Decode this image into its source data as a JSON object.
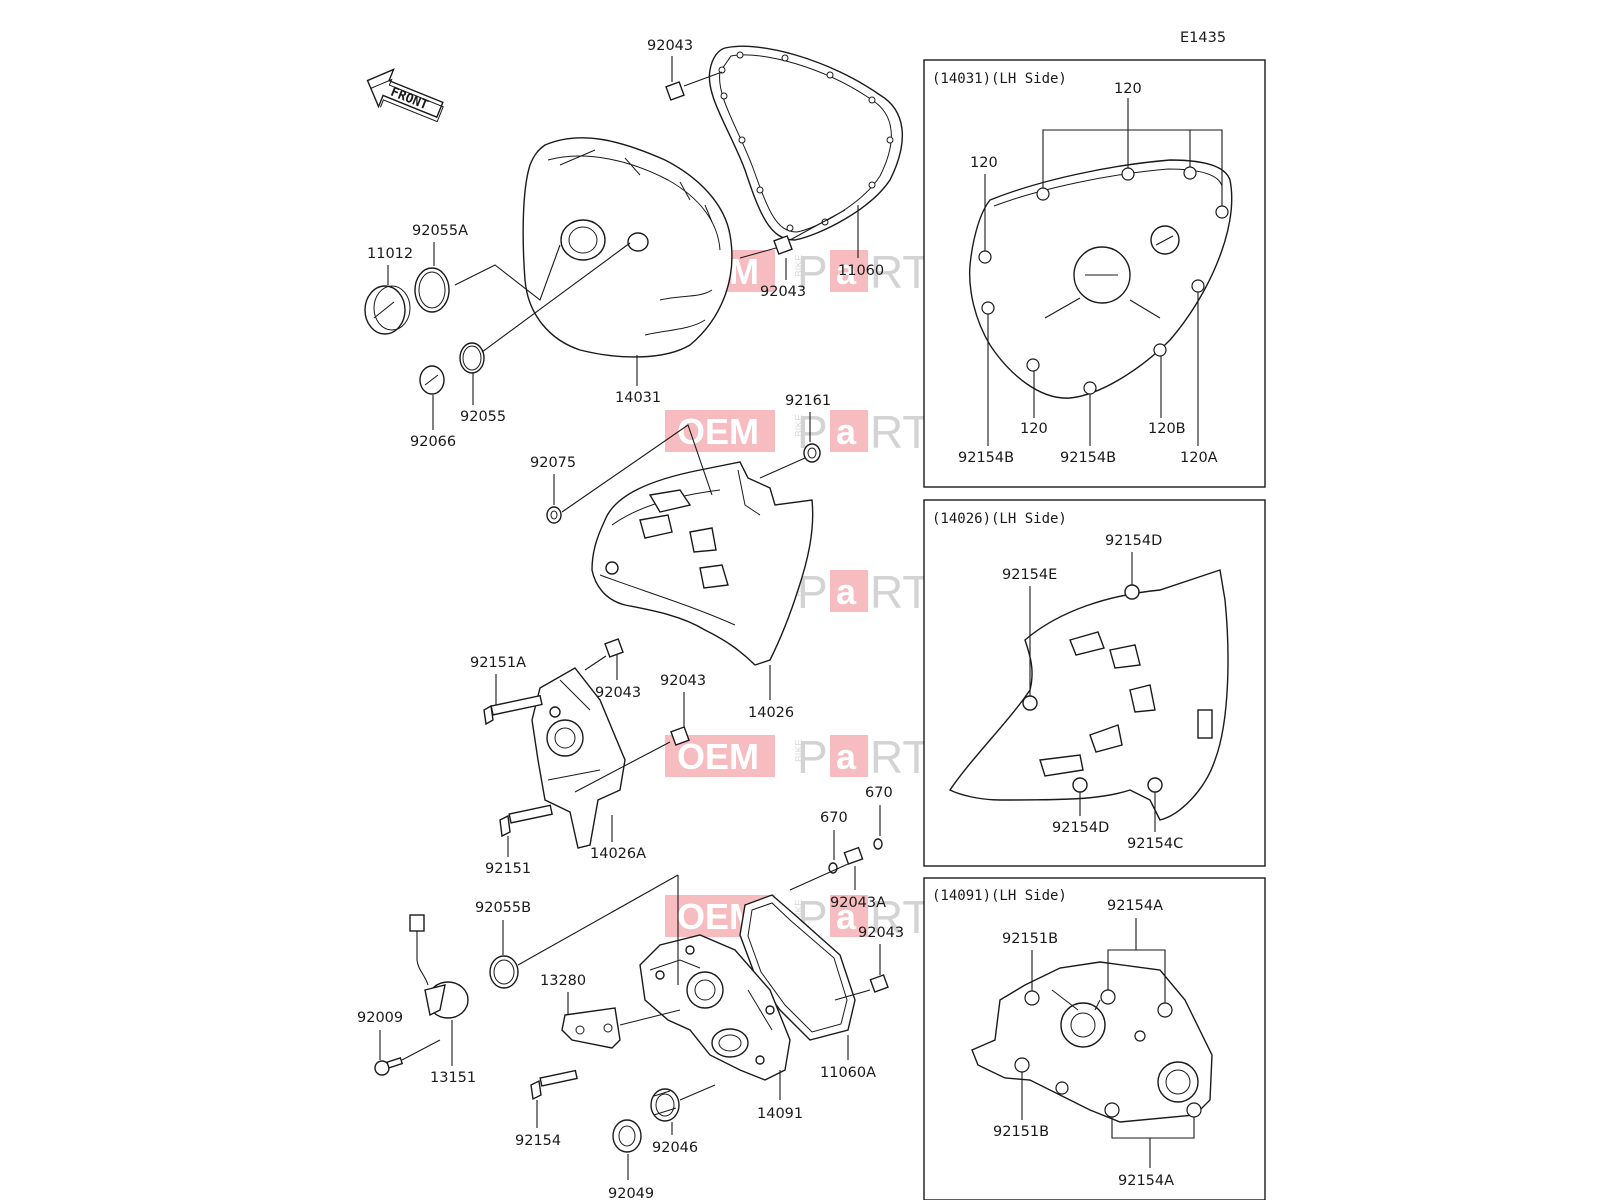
{
  "diagram_code": "E1435",
  "front_label": "FRONT",
  "watermark": {
    "oem": "OEM",
    "bike": "BIKE",
    "p": "P",
    "a": "a",
    "rts": "RTS"
  },
  "labels": {
    "p92043_top": "92043",
    "p11060": "11060",
    "p92043_mid": "92043",
    "p11012": "11012",
    "p92055A": "92055A",
    "p92055": "92055",
    "p92066": "92066",
    "p14031": "14031",
    "p92161": "92161",
    "p92075": "92075",
    "p14026": "14026",
    "p92151A": "92151A",
    "p92043_a": "92043",
    "p92043_b": "92043",
    "p92151": "92151",
    "p14026A": "14026A",
    "p670_a": "670",
    "p670_b": "670",
    "p92043A": "92043A",
    "p92043_c": "92043",
    "p92055B": "92055B",
    "p13280": "13280",
    "p92009": "92009",
    "p13151": "13151",
    "p92154": "92154",
    "p92049": "92049",
    "p92046": "92046",
    "p14091": "14091",
    "p11060A": "11060A"
  },
  "panels": {
    "p1": {
      "title": "(14031)(LH Side)",
      "labels": [
        "120",
        "120",
        "120",
        "120B",
        "120A",
        "92154B",
        "92154B"
      ]
    },
    "p2": {
      "title": "(14026)(LH Side)",
      "labels": [
        "92154D",
        "92154E",
        "92154D",
        "92154C"
      ]
    },
    "p3": {
      "title": "(14091)(LH Side)",
      "labels": [
        "92154A",
        "92151B",
        "92151B",
        "92154A"
      ]
    }
  }
}
